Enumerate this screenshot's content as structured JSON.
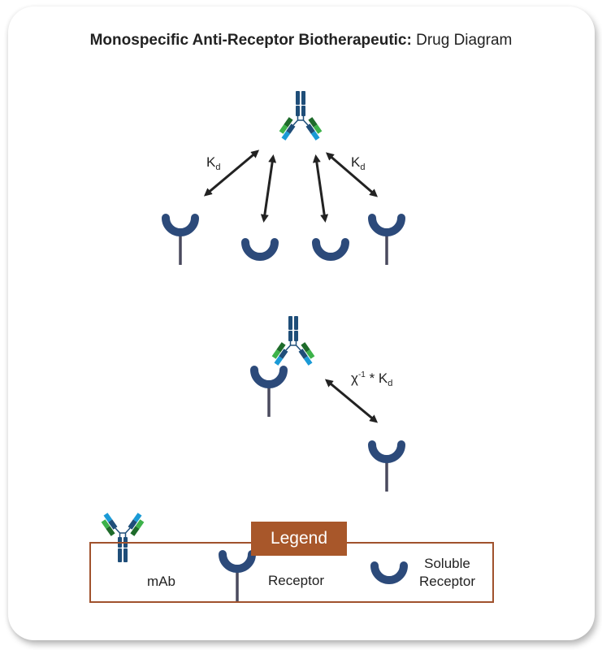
{
  "title": {
    "bold": "Monospecific Anti-Receptor Biotherapeutic:",
    "regular": "Drug Diagram"
  },
  "labels": {
    "kd": "K",
    "kd_sub": "d",
    "chi": "χ",
    "chi_sup": "-1",
    "chi_mult": " * K",
    "chi_sub": "d"
  },
  "legend": {
    "title": "Legend",
    "items": [
      {
        "icon": "mab-icon",
        "label": "mAb"
      },
      {
        "icon": "receptor-icon",
        "label": "Receptor"
      },
      {
        "icon": "soluble-receptor-icon",
        "label_line1": "Soluble",
        "label_line2": "Receptor"
      }
    ]
  },
  "colors": {
    "heavy_chain": "#1f4e79",
    "light_dark_green": "#1e6b2a",
    "light_green": "#3db24a",
    "light_blue": "#1a9ad6",
    "receptor": "#2c4a7a",
    "stem": "#4a4a5e",
    "legend_accent": "#a8572a"
  }
}
